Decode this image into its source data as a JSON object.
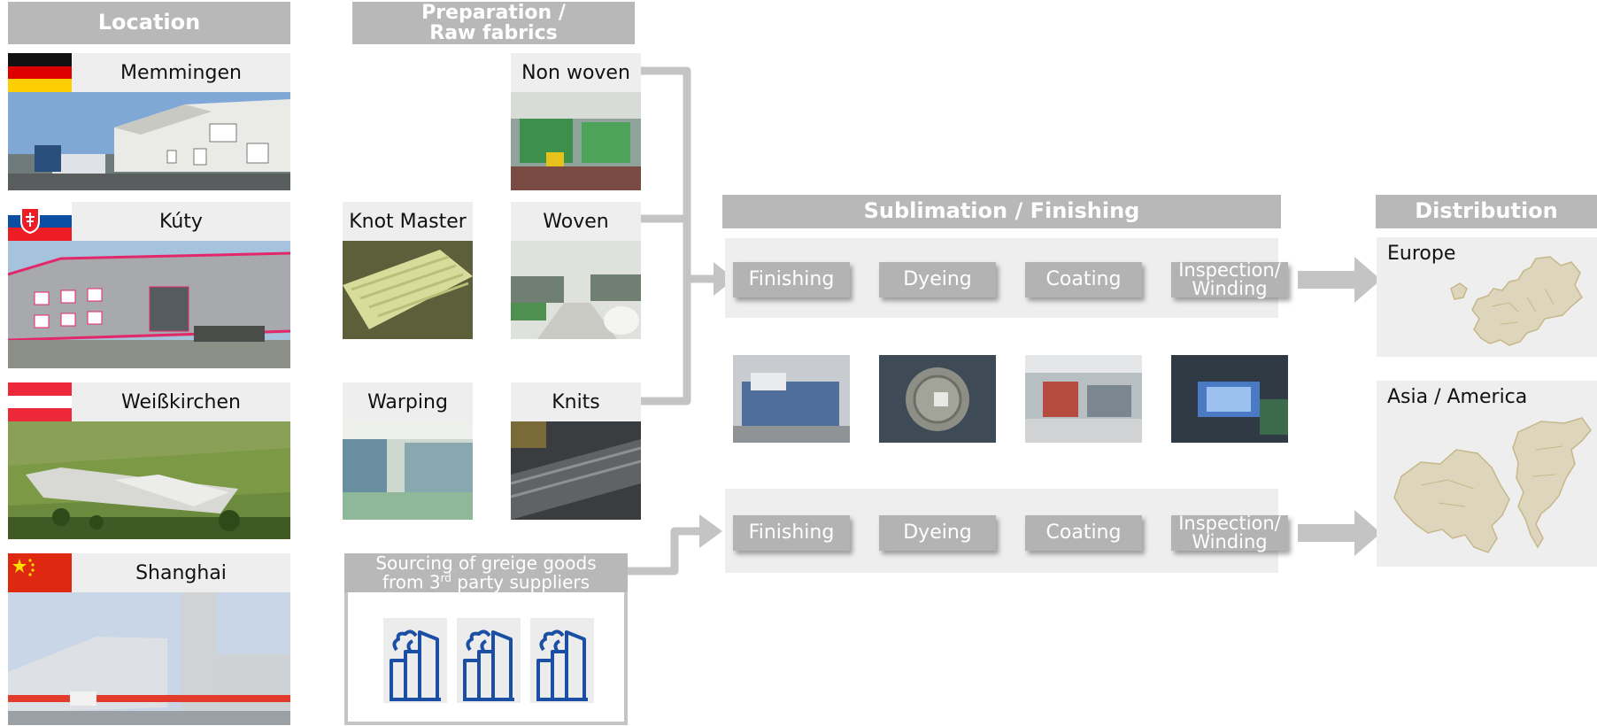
{
  "headers": {
    "location": "Location",
    "preparation_line1": "Preparation /",
    "preparation_line2": "Raw fabrics",
    "sublimation": "Sublimation / Finishing",
    "distribution": "Distribution"
  },
  "locations": [
    {
      "name": "Memmingen",
      "flag": "germany-flag-icon"
    },
    {
      "name": "Kúty",
      "flag": "slovakia-flag-icon"
    },
    {
      "name": "Weißkirchen",
      "flag": "austria-flag-icon"
    },
    {
      "name": "Shanghai",
      "flag": "china-flag-icon"
    }
  ],
  "raw_fabrics": {
    "non_woven": "Non woven",
    "knot_master": "Knot Master",
    "woven": "Woven",
    "warping": "Warping",
    "knits": "Knits"
  },
  "sourcing": {
    "line1": "Sourcing of greige goods",
    "line2_pre": "from 3",
    "line2_sup": "rd",
    "line2_post": " party suppliers"
  },
  "process_rows": [
    {
      "finishing": "Finishing",
      "dyeing": "Dyeing",
      "coating": "Coating",
      "inspection_line1": "Inspection/",
      "inspection_line2": "Winding"
    },
    {
      "finishing": "Finishing",
      "dyeing": "Dyeing",
      "coating": "Coating",
      "inspection_line1": "Inspection/",
      "inspection_line2": "Winding"
    }
  ],
  "distribution": {
    "europe": "Europe",
    "asia_america": "Asia / America"
  },
  "colors": {
    "header_gray": "#b8b8b8",
    "label_gray": "#eeeeee",
    "connector_gray": "#c4c4c4",
    "factory_icon_blue": "#1a4fa3",
    "map_beige": "#ddd6bc",
    "map_outline": "#c6b88a"
  }
}
